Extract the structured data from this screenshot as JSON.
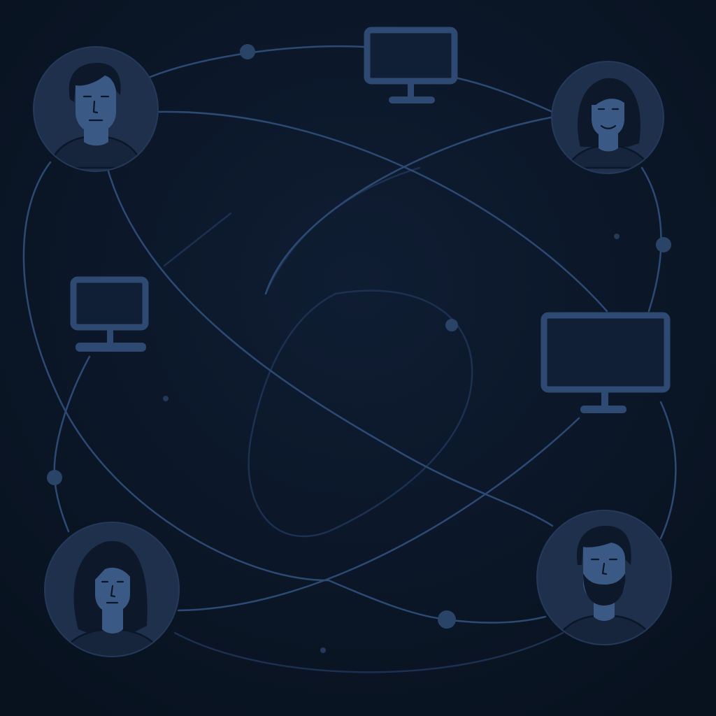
{
  "palette": {
    "background": "#0b1628",
    "line": "#2c4a74",
    "avatar_bg": "#1e304b",
    "skin": "#3a5a85",
    "monitor": "#2e4a72"
  },
  "people": [
    {
      "id": "person-top-left",
      "icon": "man-avatar-icon"
    },
    {
      "id": "person-top-right",
      "icon": "woman-avatar-icon"
    },
    {
      "id": "person-bottom-left",
      "icon": "woman-long-hair-avatar-icon"
    },
    {
      "id": "person-bottom-right",
      "icon": "bearded-man-avatar-icon"
    }
  ],
  "devices": [
    {
      "id": "monitor-top",
      "icon": "monitor-icon"
    },
    {
      "id": "monitor-left",
      "icon": "monitor-icon"
    },
    {
      "id": "monitor-right",
      "icon": "monitor-icon"
    }
  ]
}
